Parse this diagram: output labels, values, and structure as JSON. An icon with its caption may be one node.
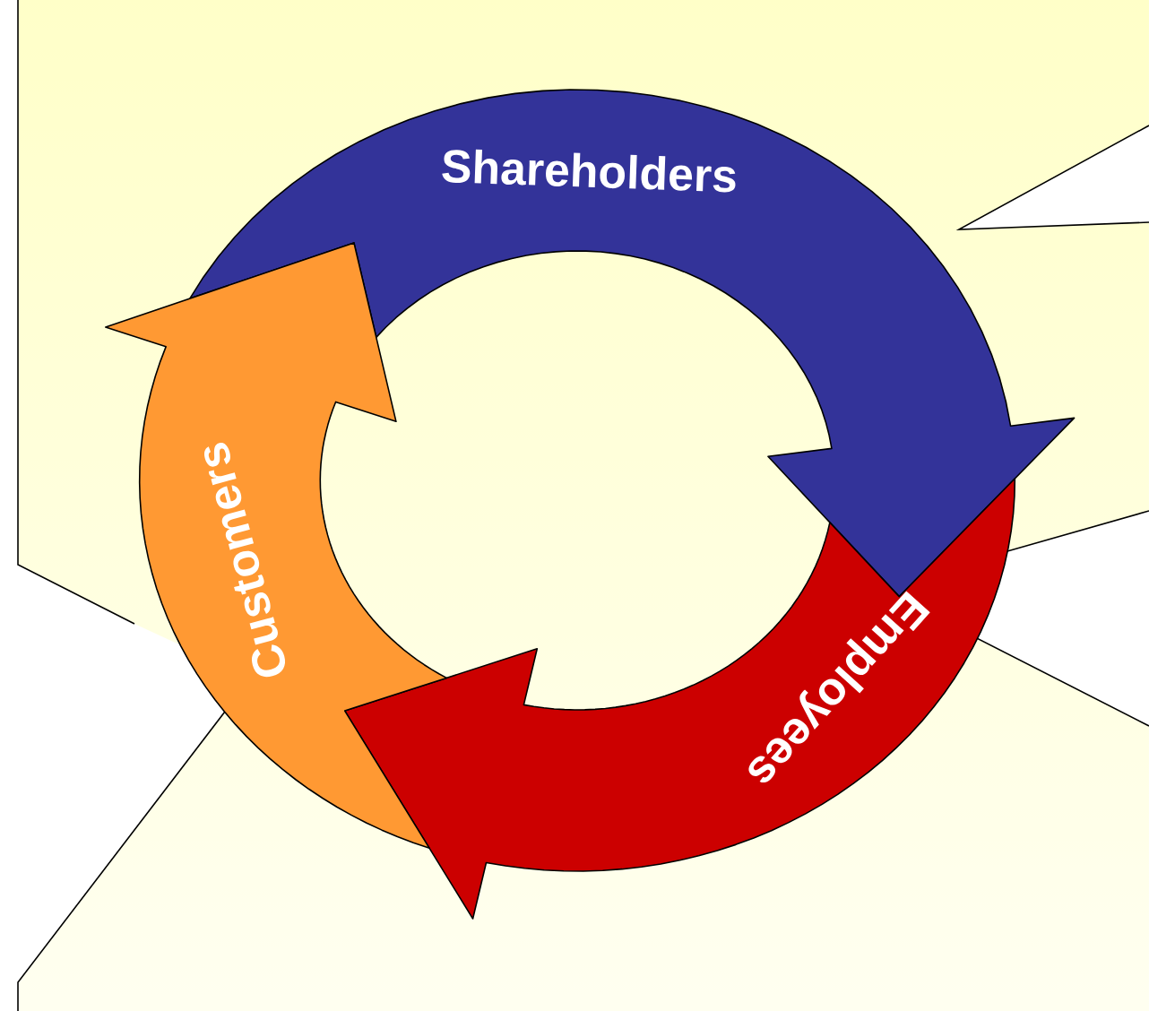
{
  "diagram": {
    "nodes": [
      {
        "text": [
          "Shareholders"
        ]
      },
      {
        "text": [
          "Employees"
        ]
      },
      {
        "text": [
          "Customers"
        ]
      }
    ]
  }
}
